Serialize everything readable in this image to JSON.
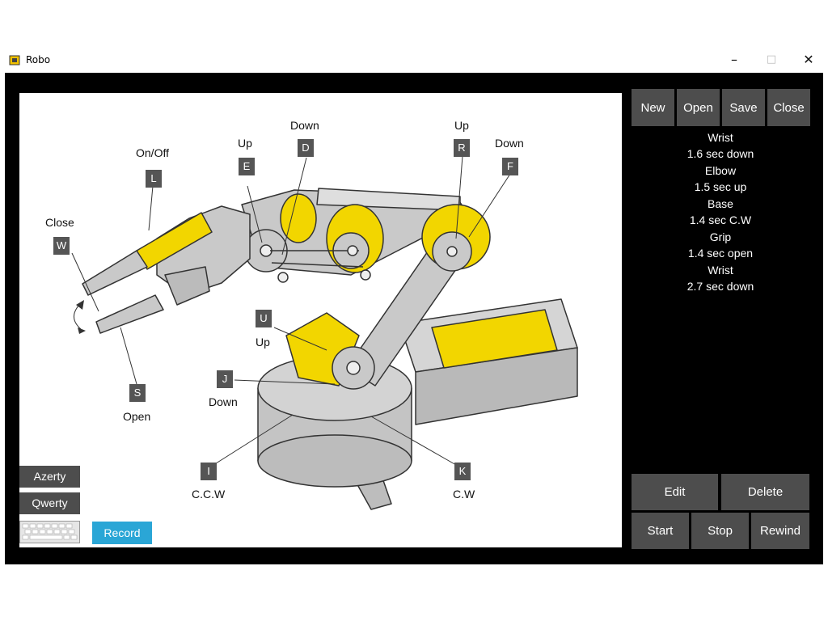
{
  "window": {
    "title": "Robo",
    "minimize": "–",
    "maximize": "□",
    "close": "✕"
  },
  "toolbar": {
    "new": "New",
    "open": "Open",
    "save": "Save",
    "close": "Close"
  },
  "log": [
    {
      "joint": "Wrist",
      "action": "1.6 sec down"
    },
    {
      "joint": "Elbow",
      "action": "1.5 sec up"
    },
    {
      "joint": "Base",
      "action": "1.4 sec C.W"
    },
    {
      "joint": "Grip",
      "action": "1.4 sec open"
    },
    {
      "joint": "Wrist",
      "action": "2.7 sec down"
    }
  ],
  "controls": {
    "edit": "Edit",
    "delete": "Delete",
    "start": "Start",
    "stop": "Stop",
    "rewind": "Rewind"
  },
  "layout_buttons": {
    "azerty": "Azerty",
    "qwerty": "Qwerty",
    "record": "Record"
  },
  "diagram": {
    "keys": {
      "L": "L",
      "W": "W",
      "S": "S",
      "E": "E",
      "D": "D",
      "R": "R",
      "F": "F",
      "U": "U",
      "J": "J",
      "I": "I",
      "K": "K"
    },
    "labels": {
      "on_off": "On/Off",
      "close": "Close",
      "open": "Open",
      "up_e": "Up",
      "down_d": "Down",
      "up_r": "Up",
      "down_f": "Down",
      "up_u": "Up",
      "down_j": "Down",
      "ccw": "C.C.W",
      "cw": "C.W"
    }
  },
  "colors": {
    "accent": "#2aa6d6",
    "button": "#4d4d4d",
    "arm_yellow": "#f2d600",
    "arm_gray": "#c9c9c9"
  }
}
